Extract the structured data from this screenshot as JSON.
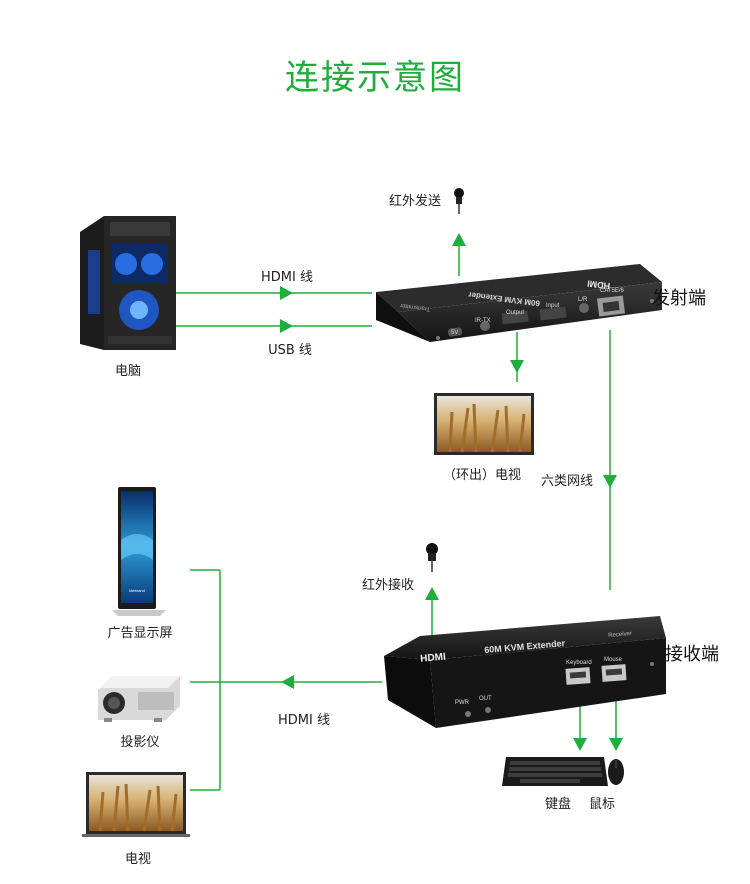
{
  "title": "连接示意图",
  "nodes": {
    "pc": "电脑",
    "transmitter": "发射端",
    "receiver": "接收端",
    "loop_tv": "（环出）电视",
    "ad_display": "广告显示屏",
    "projector": "投影仪",
    "tv": "电视",
    "keyboard": "键盘",
    "mouse": "鼠标"
  },
  "links": {
    "hdmi_in": "HDMI 线",
    "usb": "USB 线",
    "ir_tx": "红外发送",
    "ir_rx": "红外接收",
    "cat6": "六类网线",
    "hdmi_out": "HDMI 线"
  },
  "device_text": {
    "tx_logo": "HDMI",
    "tx_model": "60M KVM Extender",
    "tx_role": "Transmitter",
    "tx_ports": [
      "5V",
      "IR-TX",
      "Output",
      "Input",
      "L/R",
      "CAT5E/6"
    ],
    "rx_logo": "HDMI",
    "rx_model": "60M KVM Extender",
    "rx_role": "Receiver",
    "rx_ports": [
      "Keyboard",
      "Mouse",
      "PWR",
      "OUT"
    ]
  },
  "screen_text": {
    "kiosk_brand": "Mebrand"
  },
  "colors": {
    "accent": "#1fae3c",
    "device_body": "#1b1b1b"
  }
}
